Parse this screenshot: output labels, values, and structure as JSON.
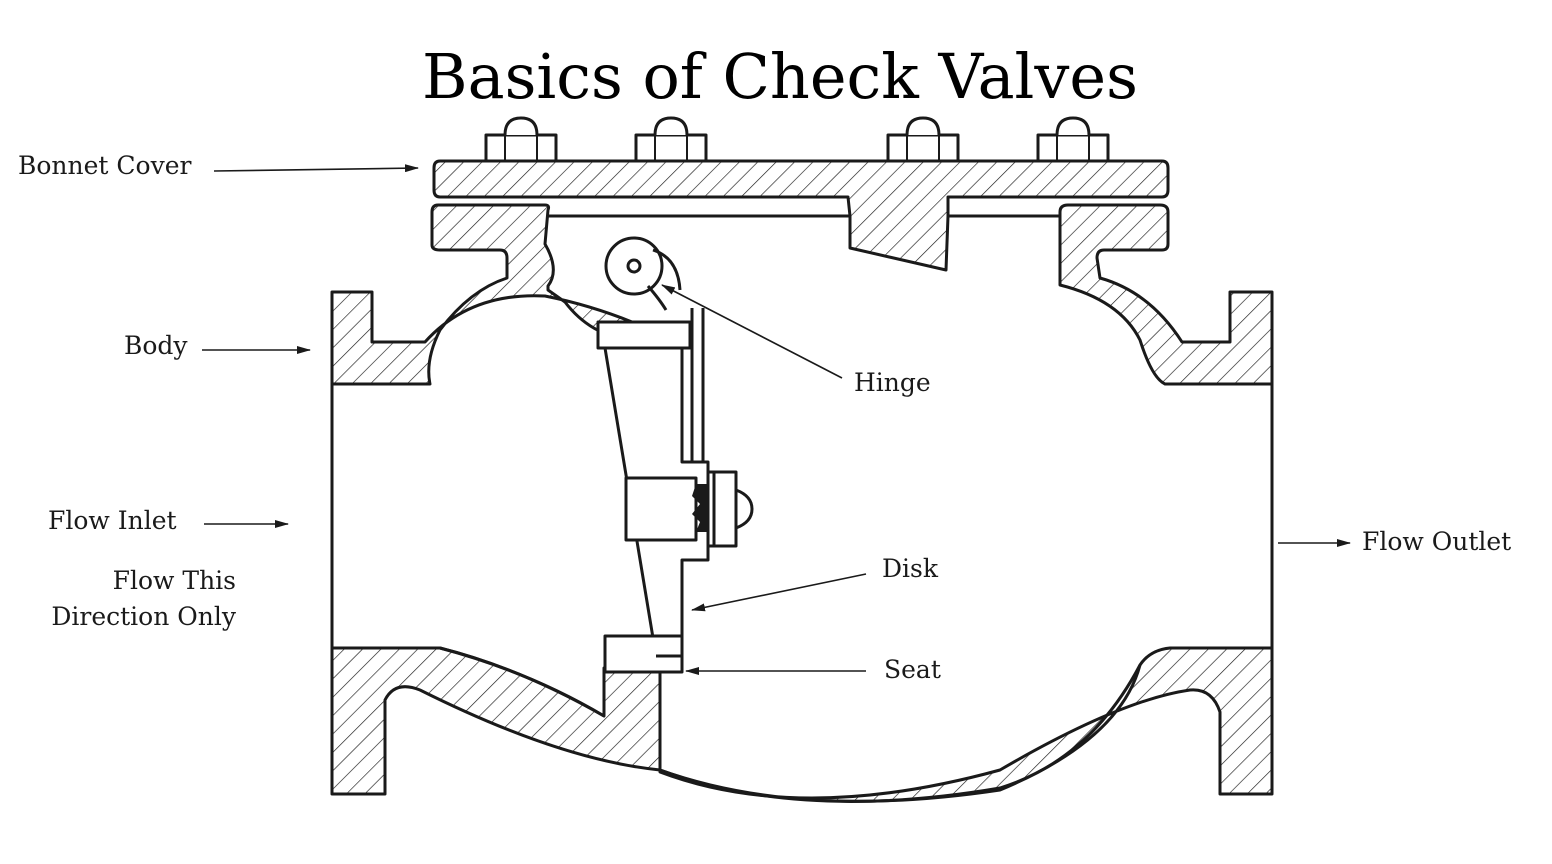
{
  "title": "Basics of Check Valves",
  "labels": {
    "bonnet_cover": "Bonnet Cover",
    "body": "Body",
    "hinge": "Hinge",
    "flow_inlet": "Flow Inlet",
    "flow_direction_line1": "Flow This",
    "flow_direction_line2": "Direction Only",
    "flow_outlet": "Flow Outlet",
    "disk": "Disk",
    "seat": "Seat"
  },
  "colors": {
    "ink": "#1a1a1a",
    "background": "#ffffff"
  }
}
